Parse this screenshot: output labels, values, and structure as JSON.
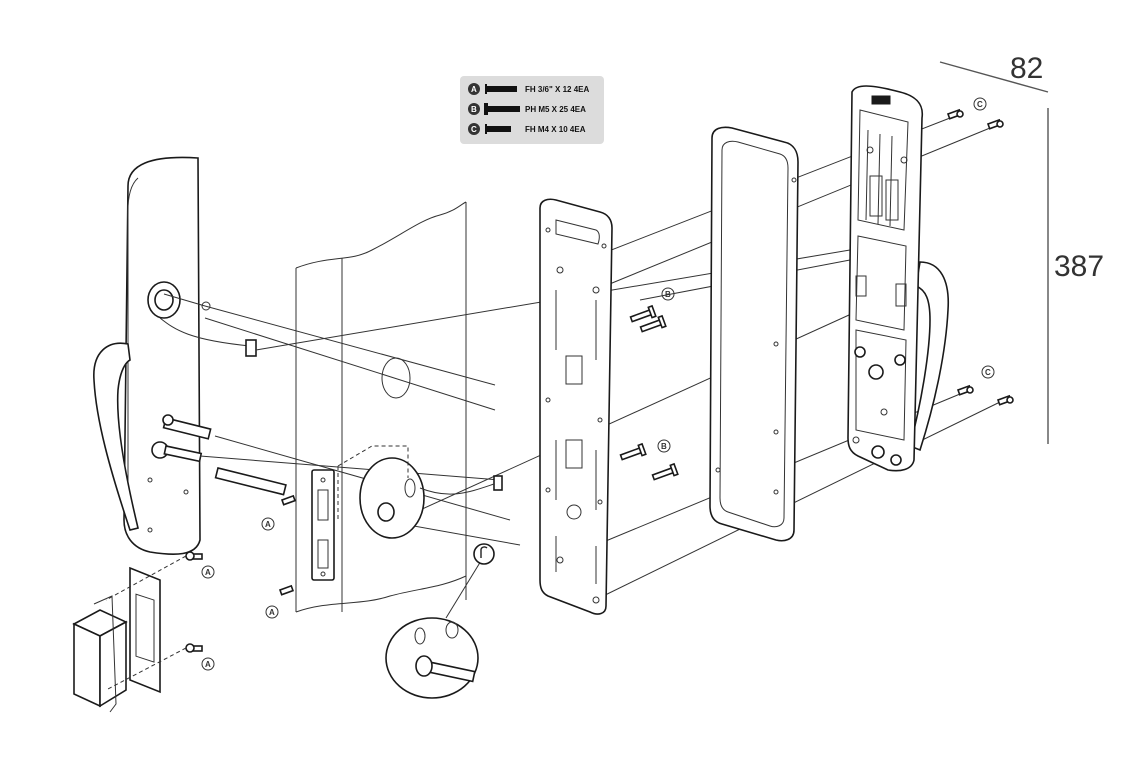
{
  "dimensions": {
    "width_label": "82",
    "height_label": "387"
  },
  "screw_legend": [
    {
      "letter": "A",
      "spec": "FH 3/6\" X 12 4EA"
    },
    {
      "letter": "B",
      "spec": "PH M5  X 25 4EA"
    },
    {
      "letter": "C",
      "spec": "FH M4  X 10 4EA"
    }
  ],
  "part_markers": {
    "a": "A",
    "b": "B",
    "c": "C"
  },
  "colors": {
    "line": "#1a1a1a",
    "legend_bg": "#dcdcdc",
    "dimension": "#555555"
  }
}
